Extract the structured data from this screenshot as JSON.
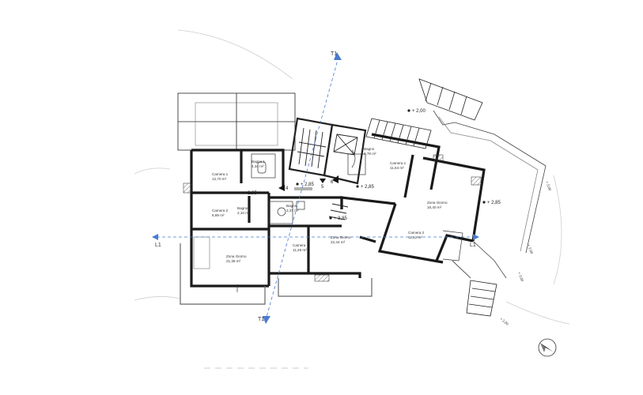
{
  "plan": {
    "rooms": [
      {
        "id": "camera-1-left",
        "name": "Camera 1",
        "area": "12,70 m²"
      },
      {
        "id": "bagno-1",
        "name": "Bagno 1",
        "area": "4,34 m²"
      },
      {
        "id": "camera-2-left",
        "name": "Camera 2",
        "area": "8,89 m²"
      },
      {
        "id": "bagno-2",
        "name": "Bagno 2",
        "area": "2,10 m²"
      },
      {
        "id": "zona-giorno-left",
        "name": "Zona Giorno",
        "area": "21,38 m²"
      },
      {
        "id": "bagno-center",
        "name": "Bagno",
        "area": "3,37 m²"
      },
      {
        "id": "camera-center",
        "name": "Camera",
        "area": "11,26 m²"
      },
      {
        "id": "zona-giorno-center",
        "name": "Zona Giorno",
        "area": "22,44 m²"
      },
      {
        "id": "bagno-upper",
        "name": "Bagno",
        "area": "4,78 m²"
      },
      {
        "id": "camera-1-right",
        "name": "Camera 1",
        "area": "11,64 m²"
      },
      {
        "id": "zona-giorno-right",
        "name": "Zona Giorno",
        "area": "16,40 m²"
      },
      {
        "id": "camera-2-right",
        "name": "Camera 2",
        "area": "11,12 m²"
      }
    ],
    "levels": [
      {
        "id": "lvl-200",
        "text": "+ 2,00"
      },
      {
        "id": "lvl-285-left",
        "text": "+ 2,85"
      },
      {
        "id": "lvl-285-center",
        "text": "+ 2,85"
      },
      {
        "id": "lvl-285-mid",
        "text": "+ 2,85"
      },
      {
        "id": "lvl-285-right",
        "text": "+ 2,85"
      },
      {
        "id": "lvl-385",
        "text": "+ 3,85"
      }
    ],
    "section_marks": {
      "t1_top": "T1",
      "t1_bottom": "T1",
      "l1_left": "L1",
      "l1_right": "L1"
    },
    "stair_numbers": {
      "s4": "4",
      "s5": "5",
      "s6": "6"
    },
    "terrain_levels": {
      "t1": "+ 3,00",
      "t2": "+ 2,00",
      "t3": "+ 3,00",
      "t4": "+ 2,00"
    }
  }
}
